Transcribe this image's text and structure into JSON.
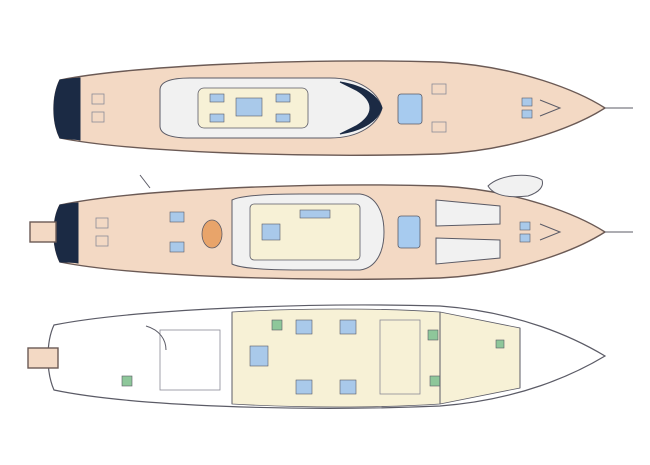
{
  "diagram": {
    "kind": "yacht-deck-plan",
    "decks": [
      {
        "id": "sun-deck"
      },
      {
        "id": "main-deck"
      },
      {
        "id": "lower-deck"
      }
    ],
    "colors": {
      "deck_teak": "#f3d9c4",
      "hull_outline": "#6b5a55",
      "hull_dark": "#1b2a44",
      "superstructure": "#f1f1f1",
      "interior_floor": "#f7f1d6",
      "cabin_blue": "#a9c9ea",
      "bath_green": "#8ec79a",
      "pool_blue": "#a7cbef",
      "outline": "#5b5b66",
      "detail": "#8a8a96"
    }
  }
}
